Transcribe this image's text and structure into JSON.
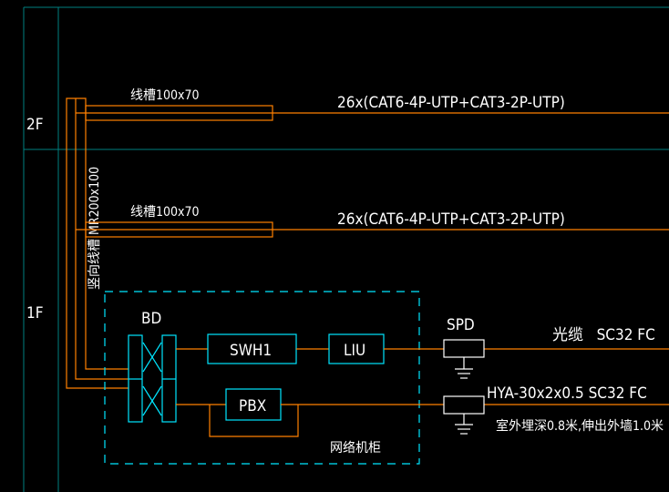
{
  "floors": {
    "upper": "2F",
    "lower": "1F"
  },
  "trays": {
    "floor2_label": "线槽100x70",
    "floor1_label": "线槽100x70",
    "vertical_label": "竖向线槽 MR200x100"
  },
  "cables": {
    "floor2": "26x(CAT6-4P-UTP+CAT3-2P-UTP)",
    "floor1": "26x(CAT6-4P-UTP+CAT3-2P-UTP)",
    "fiber": "光缆   SC32 FC",
    "phone": "HYA-30x2x0.5 SC32 FC",
    "phone_note": "室外埋深0.8米,伸出外墙1.0米"
  },
  "equipment": {
    "bd": "BD",
    "switch": "SWH1",
    "liu": "LIU",
    "pbx": "PBX",
    "spd": "SPD",
    "cabinet": "网络机柜"
  },
  "colors": {
    "grid": "#008080",
    "cable": "#ff8000",
    "equipment": "#00e5ff",
    "text": "#ffffff"
  }
}
